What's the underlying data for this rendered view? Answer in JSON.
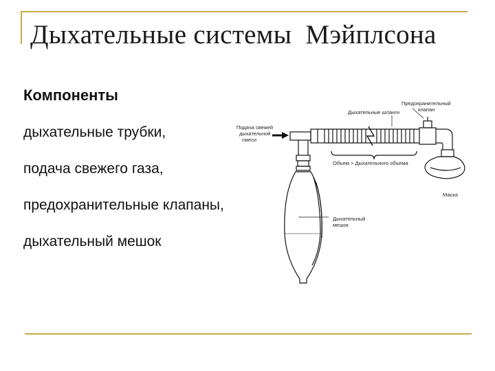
{
  "slide": {
    "title": "Дыхательные системы  Мэйплсона",
    "heading": "Компоненты",
    "items": [
      "дыхательные трубки,",
      "подача свежего газа,",
      "предохранительные клапаны,",
      "дыхательный мешок"
    ]
  },
  "diagram": {
    "labels": {
      "fresh_gas_line1": "Подача свежей",
      "fresh_gas_line2": "дыхательной",
      "fresh_gas_line3": "смеси",
      "breathing_hose": "Дыхательные шланги",
      "valve_line1": "Предохранительный",
      "valve_line2": "клапан",
      "volume": "Объем > Дыхательного объема",
      "mask": "Маска",
      "bag_line1": "Дыхательный",
      "bag_line2": "мешок"
    }
  },
  "colors": {
    "frame": "#c8a84a",
    "text": "#111111"
  }
}
